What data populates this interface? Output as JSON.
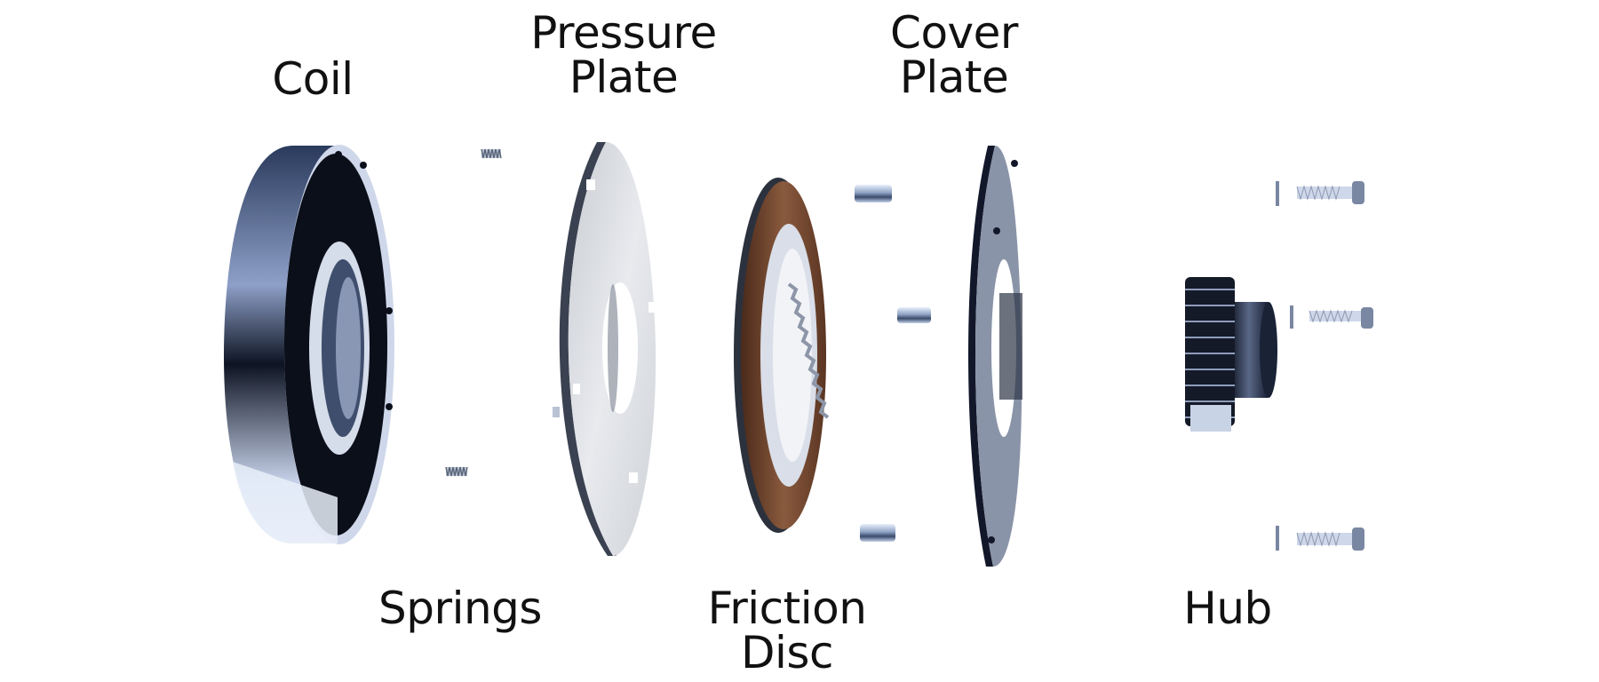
{
  "labels": {
    "coil": "Coil",
    "springs": "Springs",
    "pressure_plate": [
      "Pressure",
      "Plate"
    ],
    "friction_disc": [
      "Friction",
      "Disc"
    ],
    "cover_plate": [
      "Cover",
      "Plate"
    ],
    "hub": "Hub"
  }
}
